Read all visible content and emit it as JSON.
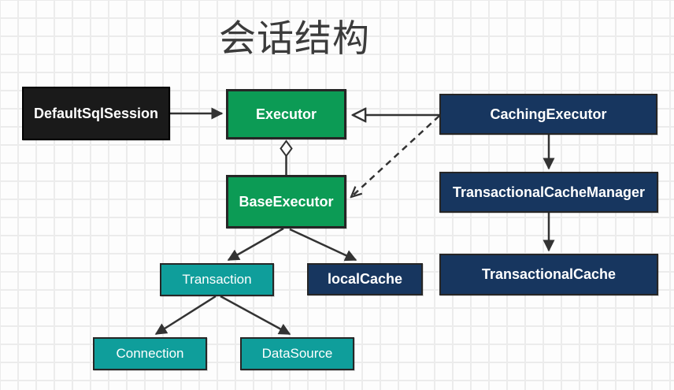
{
  "title": "会话结构",
  "palette": {
    "black": "#1a1a1a",
    "green": "#0c9b55",
    "navy": "#17365f",
    "teal": "#0f9e9b",
    "edge": "#333333",
    "background": "#fdfdfd",
    "grid_line": "#ececec"
  },
  "nodes": {
    "default_sql_session": {
      "label": "DefaultSqlSession",
      "color": "#1a1a1a"
    },
    "executor": {
      "label": "Executor",
      "color": "#0c9b55"
    },
    "caching_executor": {
      "label": "CachingExecutor",
      "color": "#17365f"
    },
    "base_executor": {
      "label": "BaseExecutor",
      "color": "#0c9b55"
    },
    "transactional_cache_manager": {
      "label": "TransactionalCacheManager",
      "color": "#17365f"
    },
    "transaction": {
      "label": "Transaction",
      "color": "#0f9e9b"
    },
    "local_cache": {
      "label": "localCache",
      "color": "#17365f"
    },
    "transactional_cache": {
      "label": "TransactionalCache",
      "color": "#17365f"
    },
    "connection": {
      "label": "Connection",
      "color": "#0f9e9b"
    },
    "data_source": {
      "label": "DataSource",
      "color": "#0f9e9b"
    }
  },
  "edges": [
    {
      "from": "DefaultSqlSession",
      "to": "Executor",
      "line": "solid",
      "head": "filled-arrow"
    },
    {
      "from": "CachingExecutor",
      "to": "Executor",
      "line": "solid",
      "head": "open-triangle"
    },
    {
      "from": "BaseExecutor",
      "to": "Executor",
      "line": "solid",
      "head": "hollow-diamond"
    },
    {
      "from": "CachingExecutor",
      "to": "BaseExecutor",
      "line": "dashed",
      "head": "open-arrow"
    },
    {
      "from": "CachingExecutor",
      "to": "TransactionalCacheManager",
      "line": "solid",
      "head": "filled-arrow"
    },
    {
      "from": "TransactionalCacheManager",
      "to": "TransactionalCache",
      "line": "solid",
      "head": "filled-arrow"
    },
    {
      "from": "BaseExecutor",
      "to": "Transaction",
      "line": "solid",
      "head": "filled-arrow"
    },
    {
      "from": "BaseExecutor",
      "to": "localCache",
      "line": "solid",
      "head": "filled-arrow"
    },
    {
      "from": "Transaction",
      "to": "Connection",
      "line": "solid",
      "head": "filled-arrow"
    },
    {
      "from": "Transaction",
      "to": "DataSource",
      "line": "solid",
      "head": "filled-arrow"
    }
  ]
}
